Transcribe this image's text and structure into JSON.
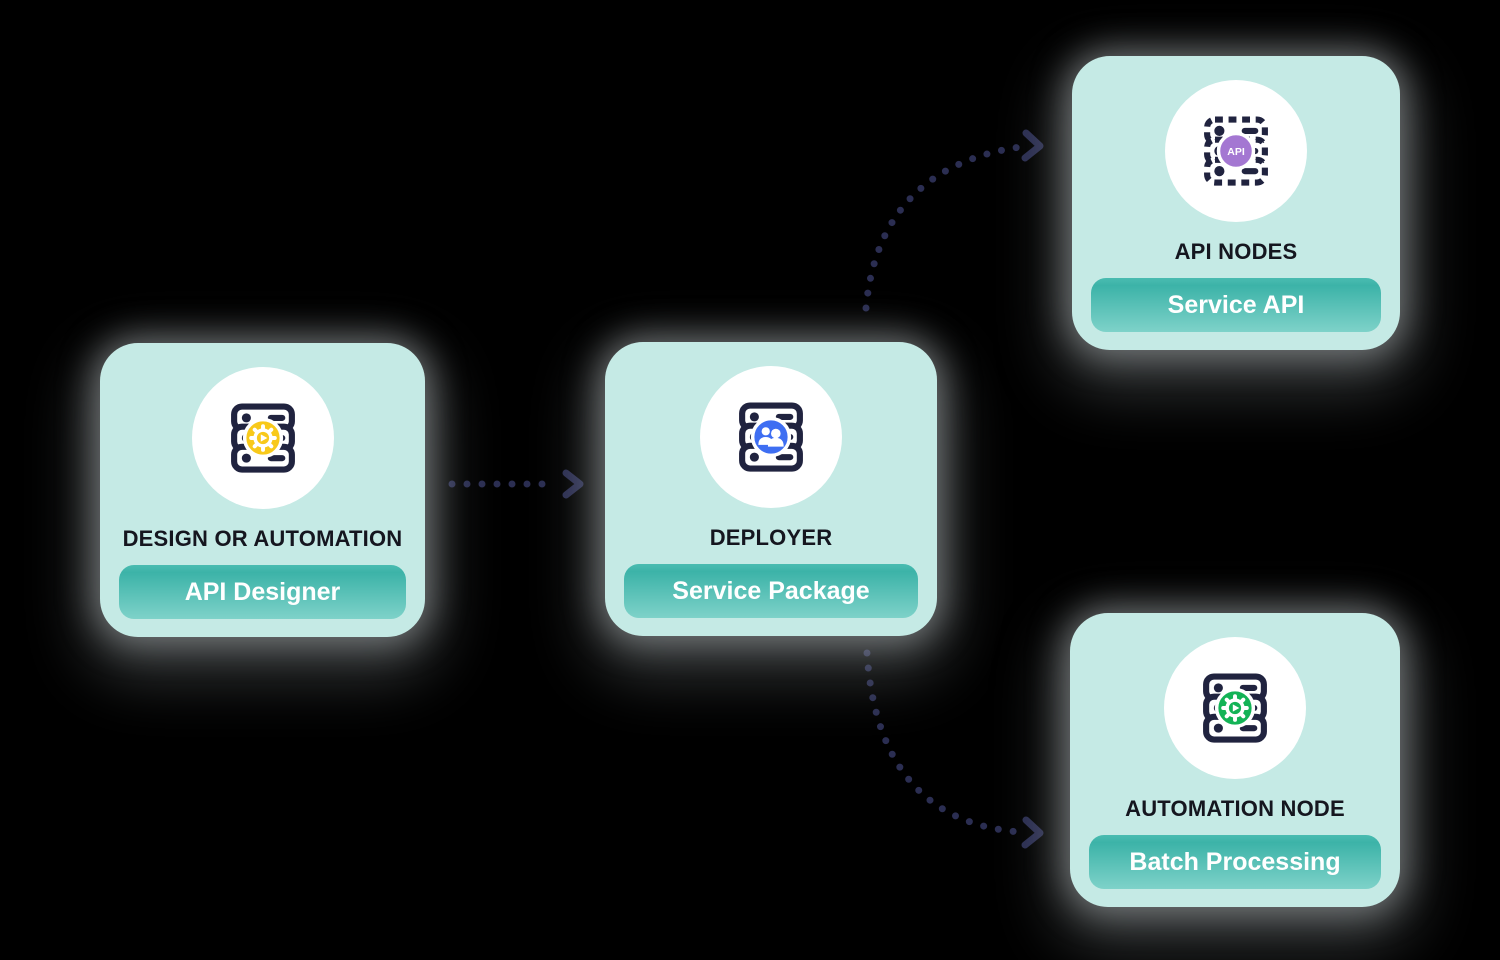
{
  "canvas": {
    "background_color": "#000000",
    "card_background_color": "#c5eae5",
    "button_gradient_top": "#3cb3a8",
    "button_gradient_bottom": "#7ed2c9",
    "arrow_color": "#2b2e52",
    "title_color": "#15161f",
    "icon_outline_color": "#20233f"
  },
  "cards": [
    {
      "id": "design",
      "title": "DESIGN OR AUTOMATION",
      "button_label": "API Designer",
      "icon": "server-gear-icon",
      "accent_color": "#f8c91a"
    },
    {
      "id": "deployer",
      "title": "DEPLOYER",
      "button_label": "Service Package",
      "icon": "server-users-icon",
      "accent_color": "#3e6ef2"
    },
    {
      "id": "api-nodes",
      "title": "API NODES",
      "button_label": "Service API",
      "icon": "server-api-icon",
      "accent_color": "#a477d2",
      "icon_badge_text": "API"
    },
    {
      "id": "automation-node",
      "title": "AUTOMATION NODE",
      "button_label": "Batch Processing",
      "icon": "server-gear-icon",
      "accent_color": "#13b356"
    }
  ],
  "connections": [
    {
      "from": "design",
      "to": "deployer",
      "style": "dotted-arrow-straight"
    },
    {
      "from": "deployer",
      "to": "api-nodes",
      "style": "dotted-arrow-curved-up"
    },
    {
      "from": "deployer",
      "to": "automation-node",
      "style": "dotted-arrow-curved-down"
    }
  ]
}
